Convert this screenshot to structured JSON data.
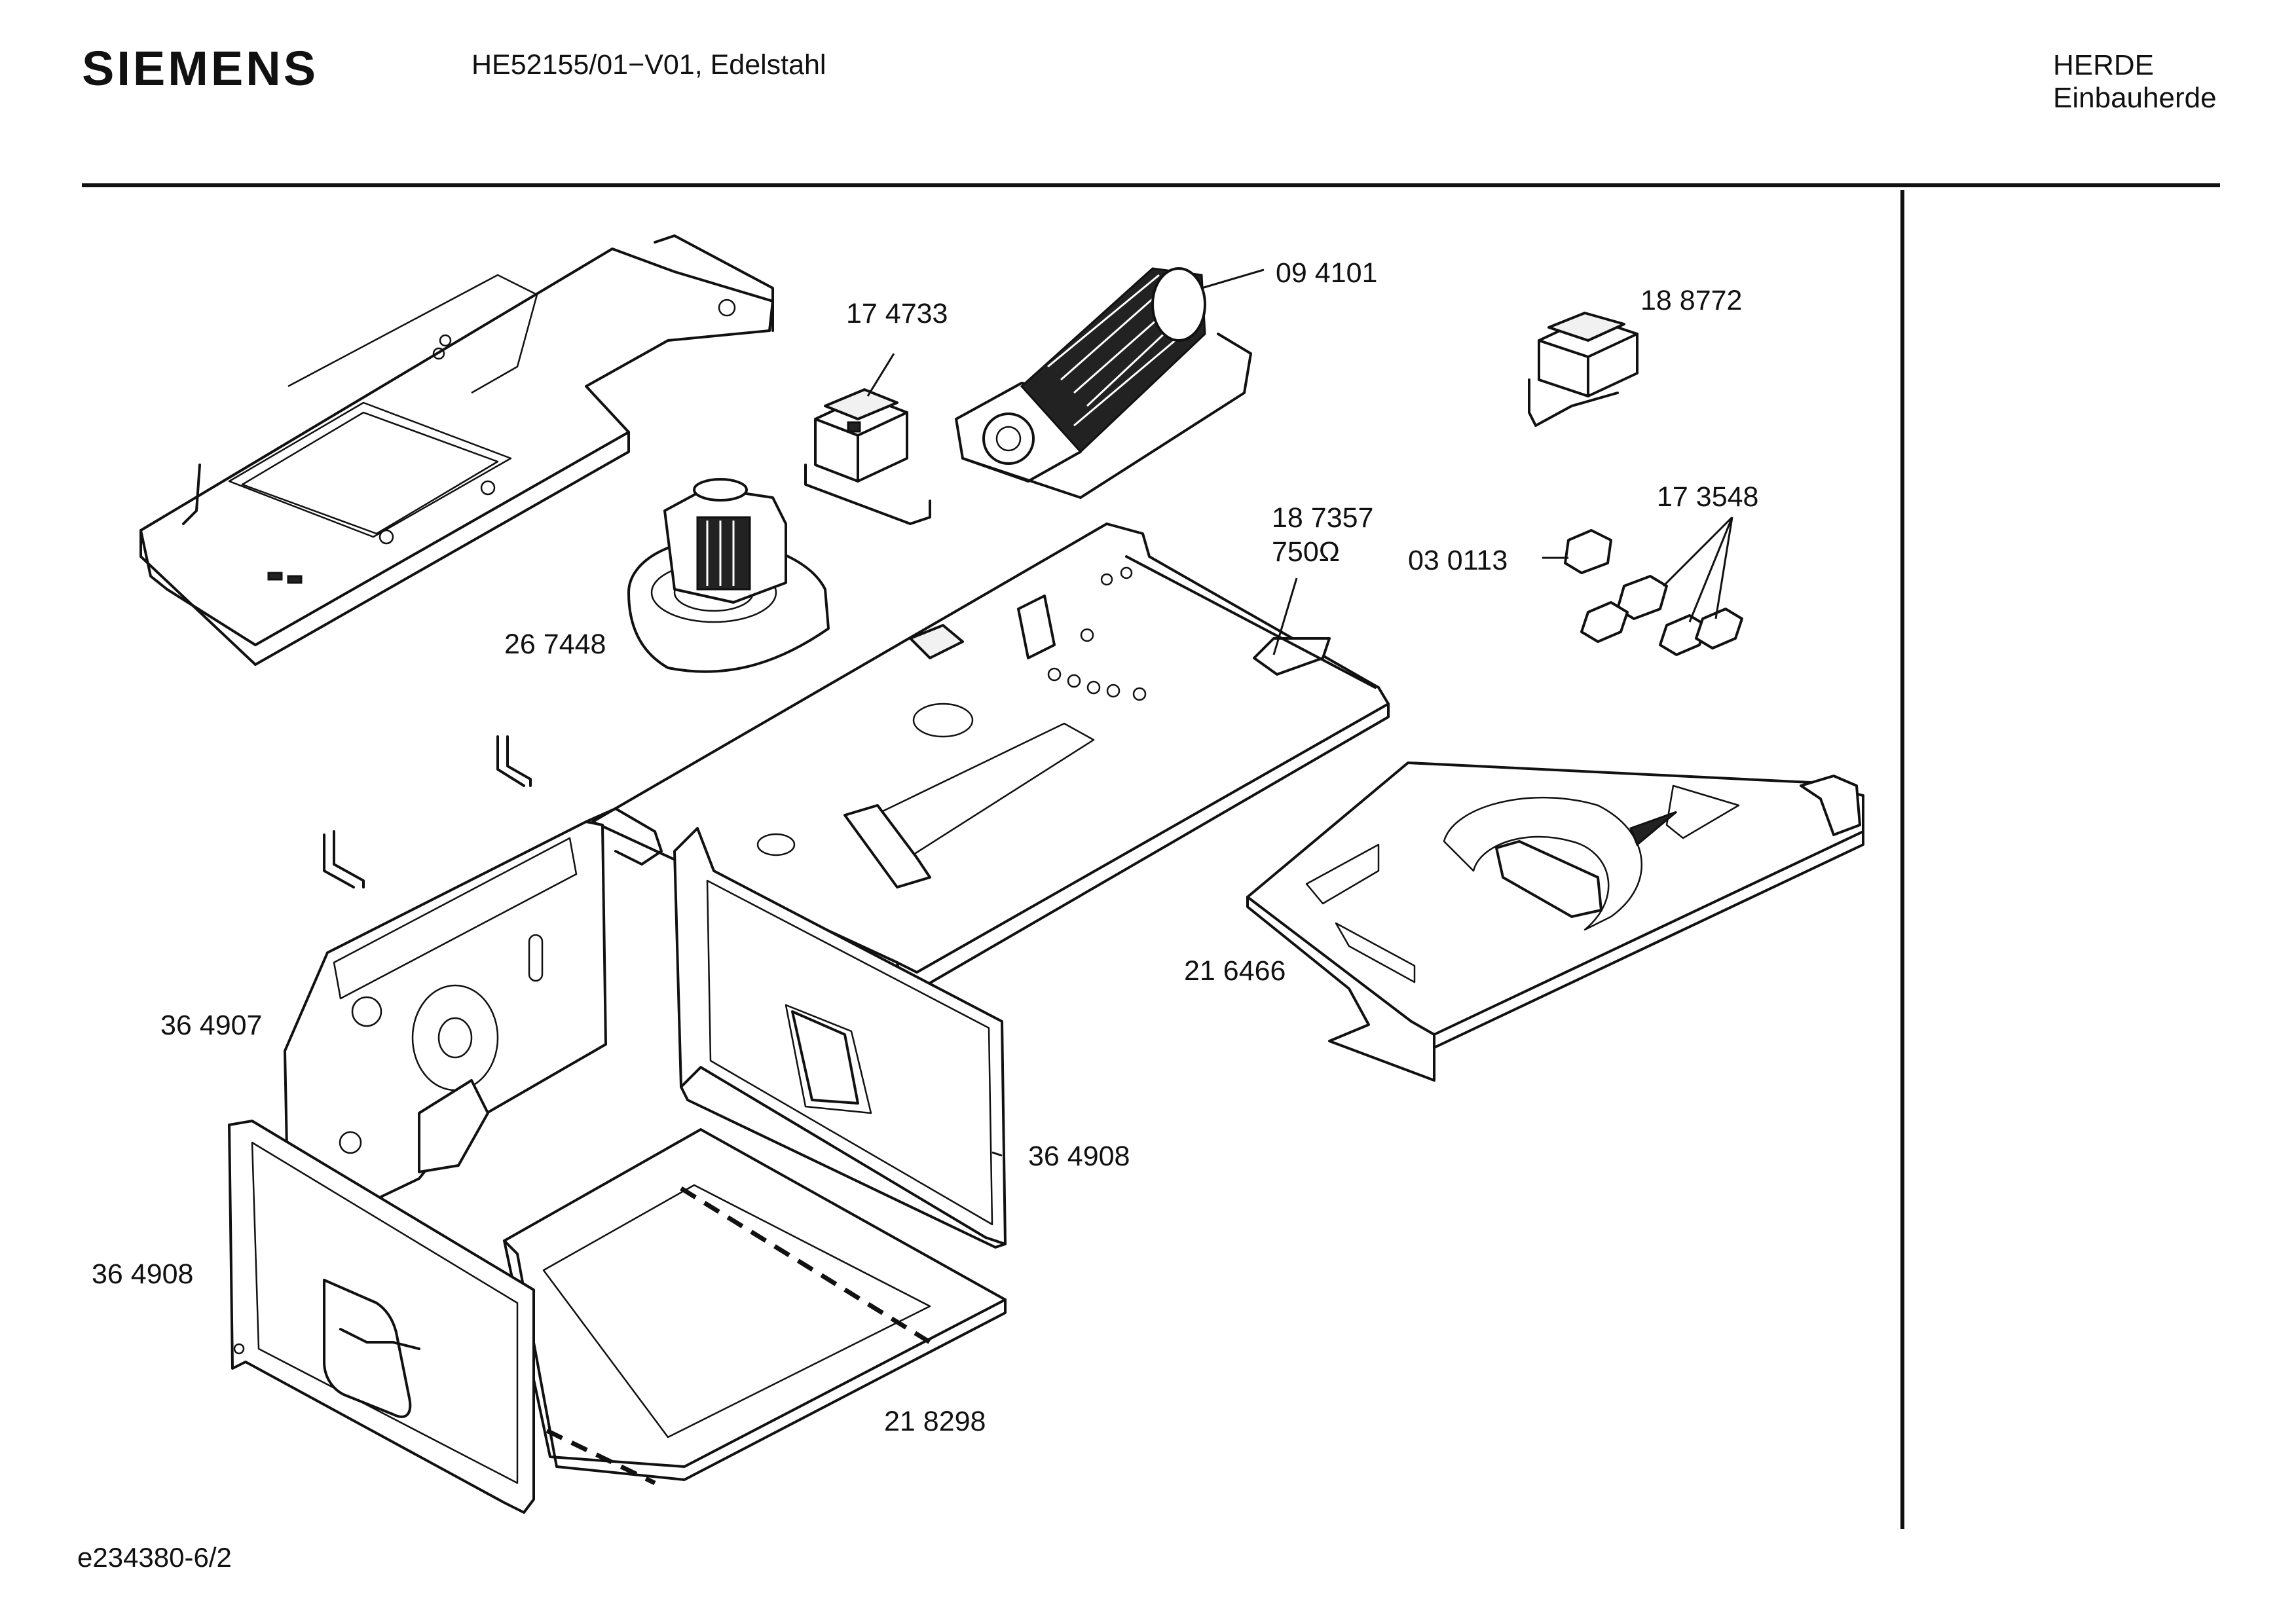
{
  "header": {
    "brand": "SIEMENS",
    "model": "HE52155/01−V01, Edelstahl",
    "category": "HERDE",
    "subcategory": "Einbauherde"
  },
  "parts": {
    "fan_roller": "09 4101",
    "transformer_a": "17 4733",
    "transformer_b": "18 8772",
    "blower_motor": "26 7448",
    "resistor": "18 7357",
    "resistor_value": "750Ω",
    "connector": "03  0113",
    "switch_set": "17 3548",
    "bottom_tray": "21 6466",
    "side_wall_left": "36 4907",
    "side_wall_right": "36 4908",
    "side_wall_front": "36 4908",
    "oven_floor": "21 8298"
  },
  "footer": {
    "drawing_id": "e234380-6/2"
  }
}
